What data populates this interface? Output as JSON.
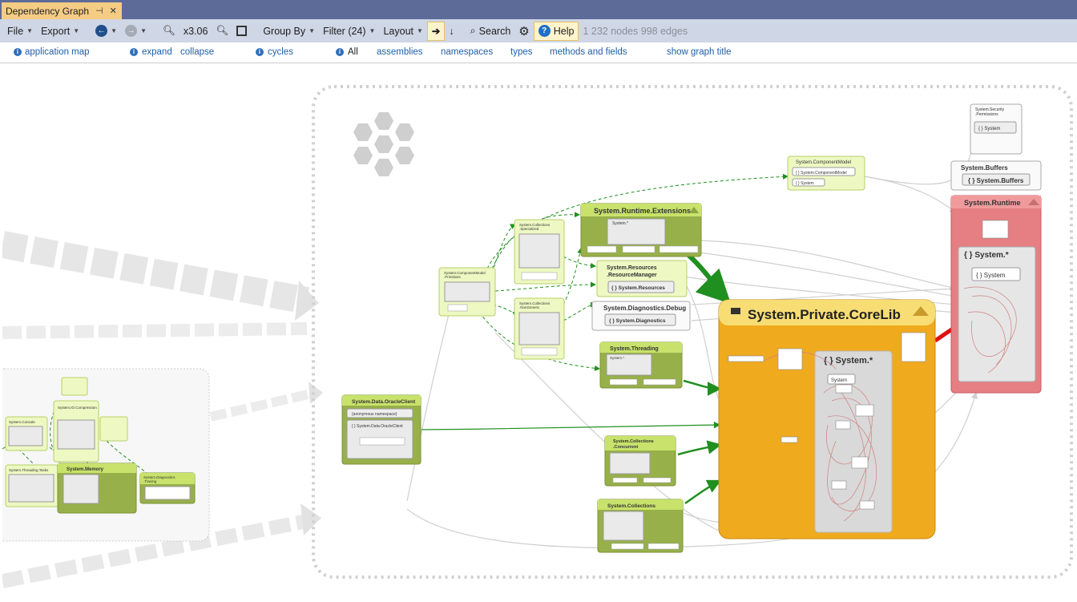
{
  "tab": {
    "title": "Dependency Graph",
    "pin": "⊣",
    "close": "✕"
  },
  "toolbar": {
    "file": "File",
    "export": "Export",
    "zoom": "x3.06",
    "group_by": "Group By",
    "filter": "Filter (24)",
    "layout": "Layout",
    "search": "Search",
    "help": "Help",
    "stats": "1 232 nodes 998 edges"
  },
  "links": {
    "application_map": "application map",
    "expand": "expand",
    "collapse": "collapse",
    "cycles": "cycles",
    "all": "All",
    "assemblies": "assemblies",
    "namespaces": "namespaces",
    "types": "types",
    "methods_and_fields": "methods and fields",
    "show_graph_title": "show graph title"
  },
  "nodes": {
    "corelib": "System.Private.CoreLib",
    "corelib_ns": "{ } System.*",
    "corelib_sys": "System",
    "runtime": "System.Runtime",
    "runtime_ns": "{ } System.*",
    "runtime_sys": "{ } System",
    "runtime_extensions": "System.Runtime.Extensions",
    "runtime_ext_ns": "System.*",
    "resources_manager_1": "System.Resources",
    "resources_manager_2": ".ResourceManager",
    "resources_ns": "{ } System.Resources",
    "diagnostics_debug": "System.Diagnostics.Debug",
    "diagnostics_ns": "{ } System.Diagnostics",
    "threading": "System.Threading",
    "threading_ns": "System.*",
    "component_model": "System.ComponentModel",
    "component_model_ns": "{ } System.ComponentModel",
    "component_model_sys": "{ } System",
    "buffers": "System.Buffers",
    "buffers_ns": "{ } System.Buffers",
    "security_permissions_1": "System.Security",
    "security_permissions_2": ".Permissions",
    "security_ns": "{ } System",
    "oracle_client": "System.Data.OracleClient",
    "oracle_anon": "{anonymous namespace}",
    "oracle_ns": "{ } System.Data.OracleClient",
    "collections_concurrent_1": "System.Collections",
    "collections_concurrent_2": ".Concurrent",
    "collections": "System.Collections",
    "collections_specialized_1": "System.Collections",
    "collections_specialized_2": ".Specialized",
    "collections_nongeneric_1": "System.Collections",
    "collections_nongeneric_2": ".NonGeneric",
    "component_model_primitives_1": "System.ComponentModel",
    "component_model_primitives_2": ".Primitives",
    "memory": "System.Memory",
    "diagnostics_tracing_1": "System.Diagnostics",
    "diagnostics_tracing_2": ".Tracing",
    "console": "System.Console",
    "io_compression": "System.IO.Compression",
    "threading_tasks": "System.Threading.Tasks"
  },
  "colors": {
    "corelib": "#f0aa1e",
    "corelib_header": "#f7dd74",
    "runtime": "#e57f83",
    "runtime_header": "#f09a9c",
    "green_dark": "#98b04a",
    "green_header": "#c8e26c",
    "green_light": "#eef8c2",
    "edge_green": "#1f8f1f",
    "edge_gray": "#c9c9c9",
    "edge_red": "#e01010"
  }
}
